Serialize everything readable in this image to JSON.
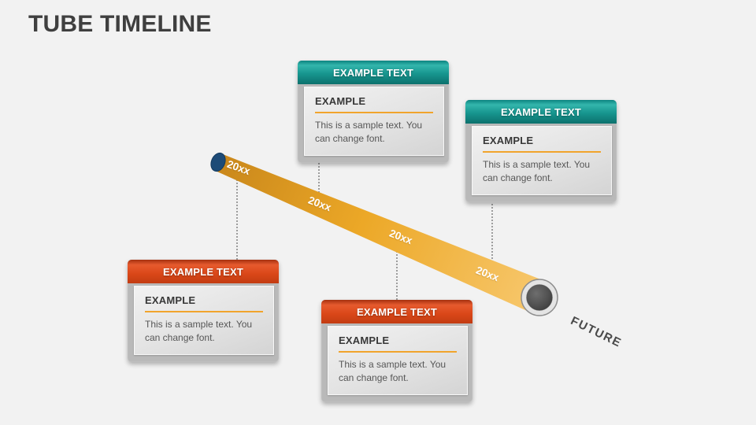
{
  "slide": {
    "title": "TUBE TIMELINE",
    "background": "#f2f2f2"
  },
  "tube": {
    "year_labels": [
      "20xx",
      "20xx",
      "20xx",
      "20xx"
    ],
    "future_label": "FUTURE",
    "colors": {
      "body_start": "#c9871b",
      "body_mid": "#eca827",
      "body_end": "#f7c76c",
      "start_cap_navy": "#1d4b77",
      "opening_ring": "#e4e4e4",
      "opening_hole": "#4a4a4a"
    }
  },
  "callouts": [
    {
      "position": "top-middle",
      "variant": "teal",
      "header": "EXAMPLE TEXT",
      "title": "EXAMPLE",
      "body": "This is a sample text. You can change font."
    },
    {
      "position": "top-right",
      "variant": "teal",
      "header": "EXAMPLE TEXT",
      "title": "EXAMPLE",
      "body": "This is a sample text. You can change font."
    },
    {
      "position": "bottom-left",
      "variant": "orange",
      "header": "EXAMPLE TEXT",
      "title": "EXAMPLE",
      "body": "This is a sample text. You can change font."
    },
    {
      "position": "bottom-middle",
      "variant": "orange",
      "header": "EXAMPLE TEXT",
      "title": "EXAMPLE",
      "body": "This is a sample text. You can change font."
    }
  ],
  "colors": {
    "teal_header": "#15968f",
    "orange_header": "#d94718",
    "title_underline": "#f1a42c",
    "title_text": "#3f3f3f",
    "body_text": "#565656",
    "connector": "#9d9d9d"
  }
}
